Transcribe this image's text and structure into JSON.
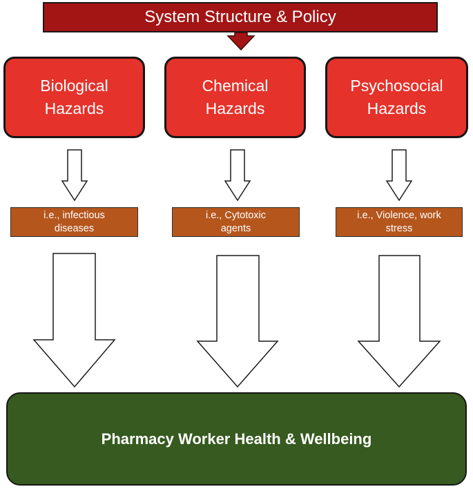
{
  "top": {
    "label": "System Structure & Policy"
  },
  "hazards": [
    {
      "label": "Biological\nHazards"
    },
    {
      "label": "Chemical\nHazards"
    },
    {
      "label": "Psychosocial\nHazards"
    }
  ],
  "examples": [
    {
      "label": "i.e., infectious\ndiseases"
    },
    {
      "label": "i.e., Cytotoxic\nagents"
    },
    {
      "label": "i.e., Violence, work\nstress"
    }
  ],
  "outcome": {
    "label": "Pharmacy Worker Health & Wellbeing"
  },
  "colors": {
    "banner": "#a31515",
    "hazard": "#e5322a",
    "example": "#b5561d",
    "outcome": "#365a1f"
  }
}
